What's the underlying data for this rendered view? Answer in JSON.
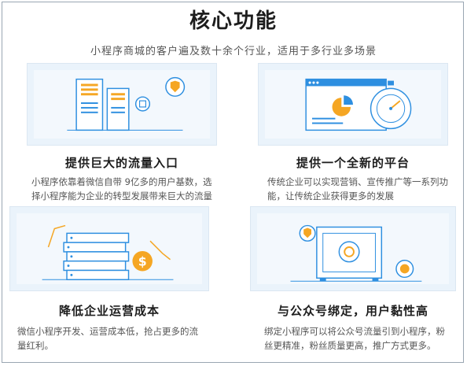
{
  "header": {
    "title": "核心功能",
    "subtitle": "小程序商城的客户遍及数十余个行业，适用于多行业多场景"
  },
  "features": [
    {
      "title": "提供巨大的流量入口",
      "description": "小程序依靠着微信自带 9亿多的用户基数，选择小程序能为企业的转型发展带来巨大的流量优势。"
    },
    {
      "title": "提供一个全新的平台",
      "description": "传统企业可以实现营销、宣传推广等一系列功能，让传统企业获得更多的发展"
    },
    {
      "title": "降低企业运营成本",
      "description": "微信小程序开发、运营成本低，抢占更多的流量红利。"
    },
    {
      "title": "与公众号绑定，用户黏性高",
      "description": "绑定小程序可以将公众号流量引到小程序，粉丝更精准，粉丝质量更高，推广方式更多。"
    }
  ],
  "colors": {
    "accent": "#2e8fe0",
    "orange": "#f5a623",
    "light_bg": "#eaf3fb"
  },
  "icons": [
    "server-rack-icon",
    "shield-icon",
    "browser-window-icon",
    "stopwatch-icon",
    "coin-stack-icon",
    "dollar-coin-icon",
    "safe-icon",
    "check-badge-icon"
  ]
}
